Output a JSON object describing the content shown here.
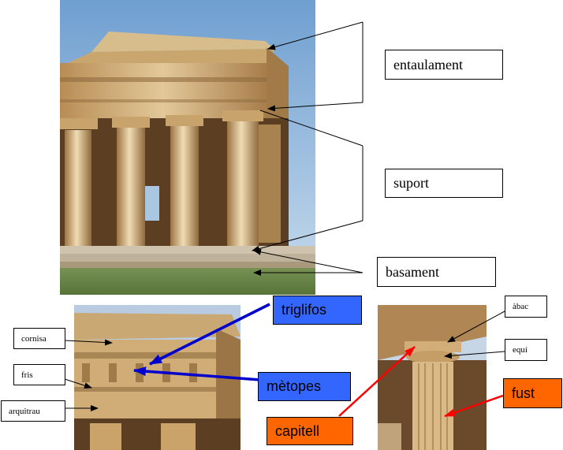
{
  "labels": {
    "entaulament": "entaulament",
    "suport": "suport",
    "basament": "basament",
    "triglifos": "triglifos",
    "metopes": "mètopes",
    "cornisa": "cornisa",
    "fris": "fris",
    "arquitrau": "arquitrau",
    "abac": "àbac",
    "equi": "equí",
    "fust": "fust",
    "capitell": "capitell"
  },
  "colors": {
    "blue_label": "#3366ff",
    "blue_arrow": "#0000cc",
    "orange_label": "#ff6600",
    "red_arrow": "#ff0000"
  }
}
